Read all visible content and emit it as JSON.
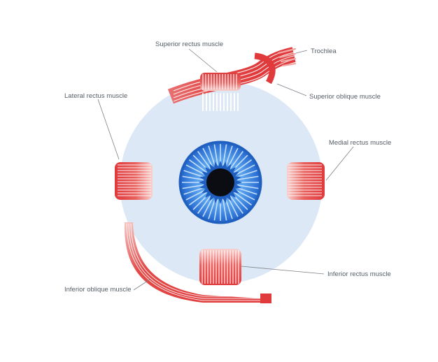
{
  "labels": {
    "superior_rectus": "Superior rectus muscle",
    "trochlea": "Trochlea",
    "lateral_rectus": "Lateral rectus muscle",
    "superior_oblique": "Superior  oblique muscle",
    "medial_rectus": "Medial rectus muscle",
    "inferior_rectus": "Inferior rectus muscle",
    "inferior_oblique": "Inferior oblique muscle"
  },
  "colors": {
    "background": "#ffffff",
    "eyeball": "#dce8f5",
    "muscle": "#e03a3c",
    "muscle_light": "#f2a6a3",
    "tendon": "#ffffff",
    "iris_outer": "#1f5fbf",
    "iris_inner": "#5ea6ee",
    "iris_fibers": "#d6eaff",
    "pupil": "#0b0d12",
    "leader_line": "#7a7f86",
    "label_text": "#555d66"
  }
}
